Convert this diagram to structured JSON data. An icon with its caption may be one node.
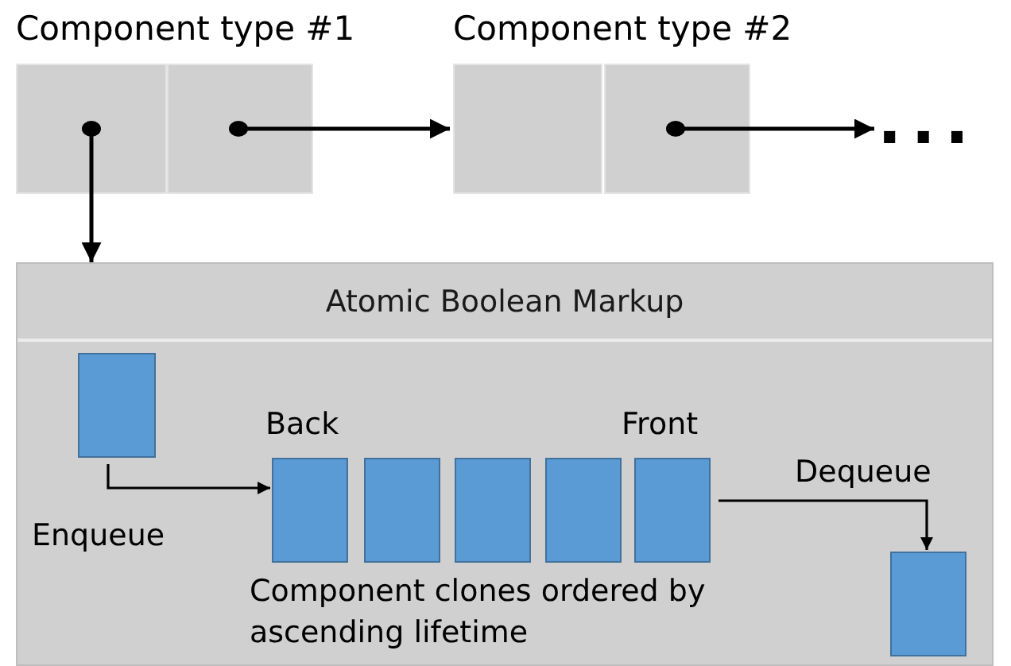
{
  "diagram": {
    "nodes": [
      {
        "text": [
          "Component type #1"
        ]
      },
      {
        "text": [],
        "shape": "box",
        "in": 0
      },
      {
        "text": [],
        "shape": "box",
        "in": 0
      },
      {
        "text": [
          "Component type #2"
        ]
      },
      {
        "text": [],
        "shape": "box",
        "in": 3
      },
      {
        "text": [],
        "shape": "box",
        "in": 3
      },
      {
        "text": [
          "..."
        ]
      },
      {
        "text": [
          "Atomic Boolean Markup"
        ]
      },
      {
        "text": [],
        "shape": "box",
        "in": 7
      },
      {
        "text": [],
        "shape": "box",
        "in": 7,
        "beside": [
          "Back"
        ]
      },
      {
        "text": [],
        "shape": "box",
        "in": 7
      },
      {
        "text": [],
        "shape": "box",
        "in": 7
      },
      {
        "text": [],
        "shape": "box",
        "in": 7
      },
      {
        "text": [],
        "shape": "box",
        "in": 7,
        "beside": [
          "Front"
        ]
      },
      {
        "text": [],
        "shape": "box",
        "in": 7
      }
    ],
    "edges": [
      {
        "from": 1,
        "to": 7,
        "arrow": "to"
      },
      {
        "from": 2,
        "to": 3,
        "arrow": "to"
      },
      {
        "from": 5,
        "to": 6,
        "arrow": "to"
      },
      {
        "from": 8,
        "to": 9,
        "arrow": "to",
        "label": "Enqueue"
      },
      {
        "from": 13,
        "to": 14,
        "arrow": "to",
        "label": "Dequeue"
      }
    ],
    "labels": [
      "Component clones ordered by ascending lifetime"
    ]
  }
}
